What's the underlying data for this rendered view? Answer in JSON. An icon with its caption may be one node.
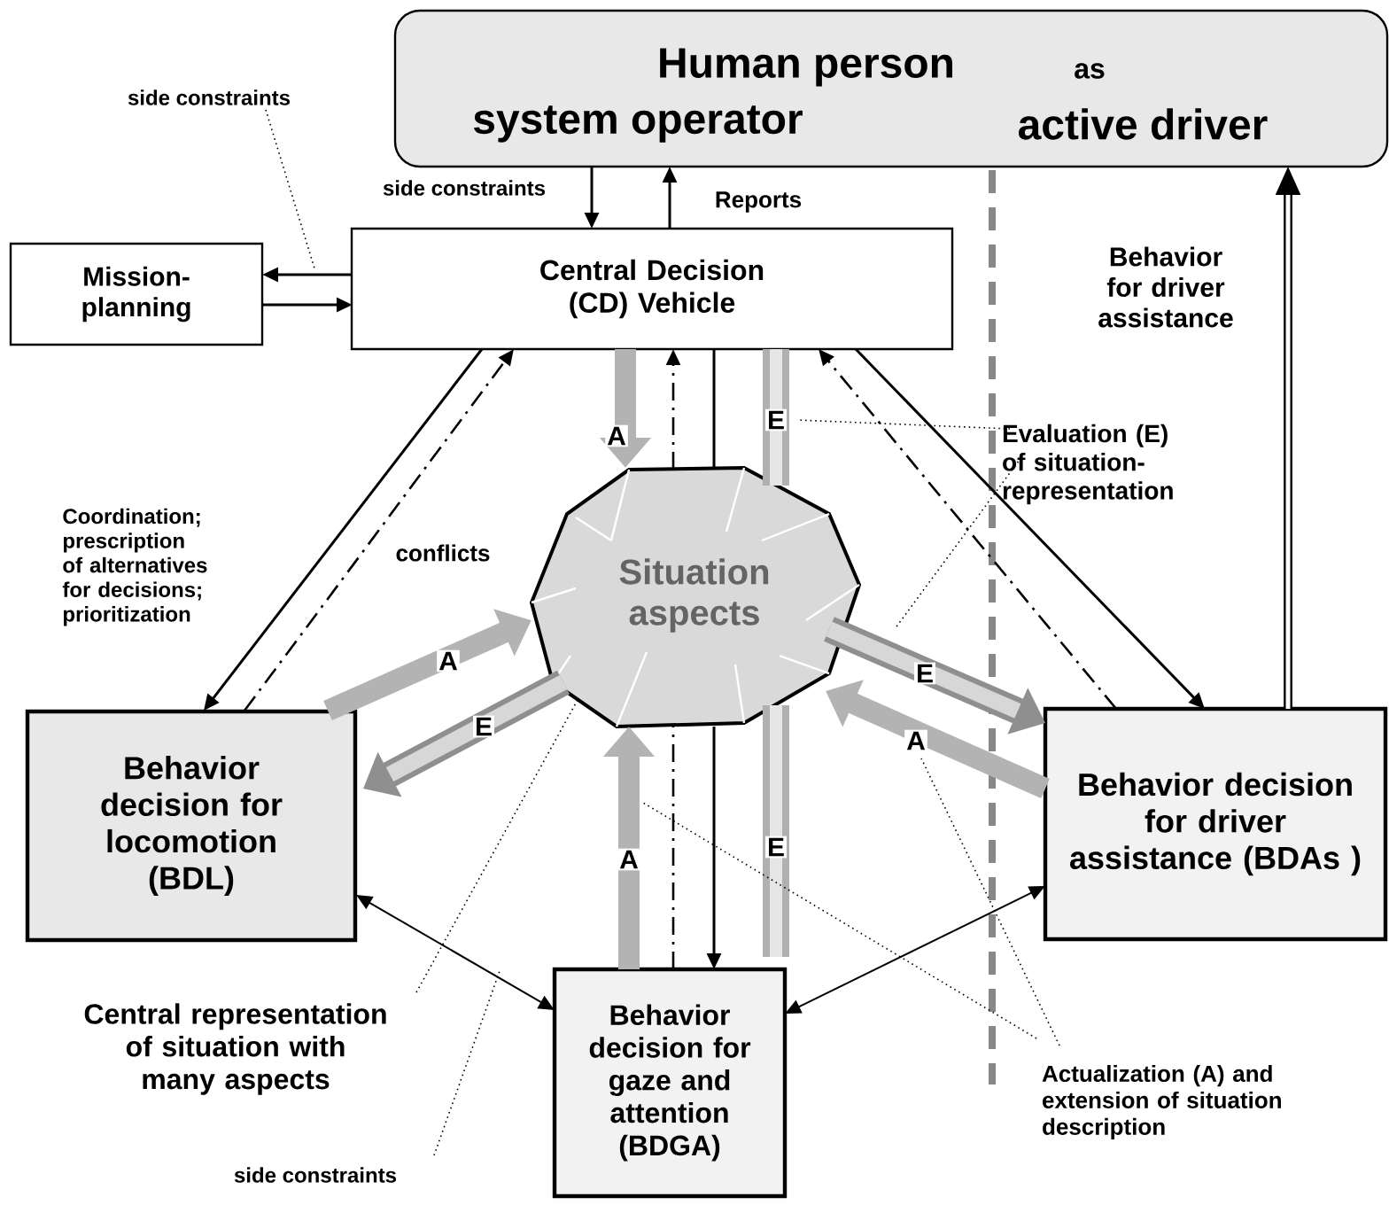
{
  "diagram": {
    "nodes": [
      {
        "text": [
          "Human person",
          "as",
          "system operator",
          "active driver"
        ]
      },
      {
        "text": [
          "Mission-planning"
        ]
      },
      {
        "text": [
          "Central Decision (CD) Vehicle"
        ]
      },
      {
        "text": [
          "Situation aspects"
        ]
      },
      {
        "text": [
          "Behavior decision for locomotion (BDL)"
        ]
      },
      {
        "text": [
          "Behavior decision for gaze and attention (BDGA)"
        ]
      },
      {
        "text": [
          "Behavior decision for driver assistance (BDAs )"
        ]
      },
      {
        "text": [
          "side constraints"
        ]
      },
      {
        "text": [
          "Evaluation (E) of situation-representation"
        ]
      },
      {
        "text": [
          "Central representation of situation with many aspects"
        ]
      },
      {
        "text": [
          "side constraints"
        ]
      },
      {
        "text": [
          "Actualization (A) and extension of situation description"
        ]
      }
    ],
    "edges": [
      {
        "from": 0,
        "to": 2,
        "arrow": "to",
        "label": "side constraints"
      },
      {
        "from": 2,
        "to": 0,
        "arrow": "to",
        "label": "Reports"
      },
      {
        "from": 2,
        "to": 1,
        "arrow": "to"
      },
      {
        "from": 1,
        "to": 2,
        "arrow": "to"
      },
      {
        "from": 2,
        "to": 4,
        "arrow": "to",
        "label": "Coordination; prescription of alternatives for decisions; prioritization"
      },
      {
        "from": 4,
        "to": 2,
        "arrow": "to",
        "style": "dashed",
        "label": "conflicts"
      },
      {
        "from": 2,
        "to": 6,
        "arrow": "to"
      },
      {
        "from": 6,
        "to": 2,
        "arrow": "to",
        "style": "dashed"
      },
      {
        "from": 2,
        "to": 3,
        "arrow": "none"
      },
      {
        "from": 3,
        "to": 5,
        "arrow": "to"
      },
      {
        "from": 5,
        "to": 3,
        "arrow": "none",
        "style": "dashed"
      },
      {
        "from": 3,
        "to": 2,
        "arrow": "to",
        "style": "dashed"
      },
      {
        "from": 2,
        "to": 3,
        "arrow": "to",
        "style": "thick",
        "color": "#b3b3b3",
        "label": "A"
      },
      {
        "from": 4,
        "to": 3,
        "arrow": "to",
        "style": "thick",
        "color": "#b3b3b3",
        "label": "A"
      },
      {
        "from": 5,
        "to": 3,
        "arrow": "to",
        "style": "thick",
        "color": "#b3b3b3",
        "label": "A"
      },
      {
        "from": 6,
        "to": 3,
        "arrow": "to",
        "style": "thick",
        "color": "#b3b3b3",
        "label": "A"
      },
      {
        "from": 3,
        "to": 4,
        "arrow": "to",
        "style": "thick",
        "color": "#8f8f8f",
        "label": "E"
      },
      {
        "from": 3,
        "to": 6,
        "arrow": "to",
        "style": "thick",
        "color": "#8f8f8f",
        "label": "E"
      },
      {
        "from": 2,
        "to": 3,
        "arrow": "none",
        "style": "thick",
        "color": "#b0b0b0",
        "label": "E"
      },
      {
        "from": 3,
        "to": 5,
        "arrow": "none",
        "style": "thick",
        "color": "#b0b0b0",
        "label": "E"
      },
      {
        "from": 4,
        "to": 5,
        "arrow": "both"
      },
      {
        "from": 5,
        "to": 6,
        "arrow": "both"
      },
      {
        "from": 6,
        "to": 0,
        "arrow": "to",
        "style": "thick",
        "label": "Behavior for driver assistance"
      },
      {
        "from": 7,
        "to": null,
        "arrow": "none",
        "style": "dashed"
      },
      {
        "from": 8,
        "to": null,
        "arrow": "none",
        "style": "dashed"
      },
      {
        "from": 8,
        "to": null,
        "arrow": "none",
        "style": "dashed"
      },
      {
        "from": 9,
        "to": 3,
        "arrow": "none",
        "style": "dashed"
      },
      {
        "from": 10,
        "to": null,
        "arrow": "none",
        "style": "dashed"
      },
      {
        "from": 11,
        "to": null,
        "arrow": "none",
        "style": "dashed"
      },
      {
        "from": 11,
        "to": null,
        "arrow": "none",
        "style": "dashed"
      }
    ]
  }
}
